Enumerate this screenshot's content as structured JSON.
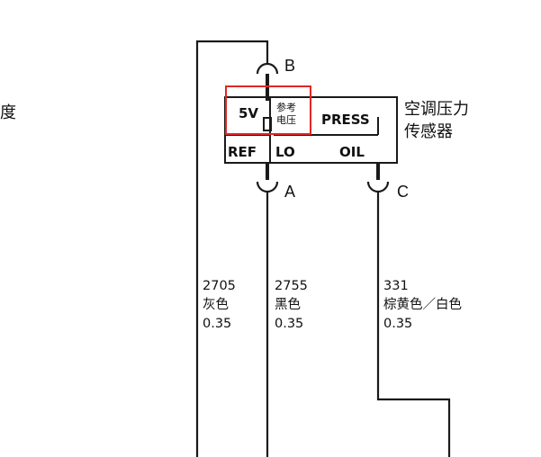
{
  "edge_text": "度",
  "component": {
    "name_line1": "空调压力",
    "name_line2": "传感器",
    "label_5v": "5V",
    "label_ref_v_line1": "参考",
    "label_ref_v_line2": "电压",
    "label_press": "PRESS",
    "label_ref": "REF",
    "label_lo": "LO",
    "label_oil": "OIL"
  },
  "pins": {
    "b": "B",
    "a": "A",
    "c": "C"
  },
  "wires": [
    {
      "circuit": "2705",
      "color": "灰色",
      "gauge": "0.35"
    },
    {
      "circuit": "2755",
      "color": "黑色",
      "gauge": "0.35"
    },
    {
      "circuit": "331",
      "color": "棕黄色／白色",
      "gauge": "0.35"
    }
  ],
  "colors": {
    "line": "#1a1a1a",
    "highlight": "#e32626",
    "background": "#ffffff"
  }
}
